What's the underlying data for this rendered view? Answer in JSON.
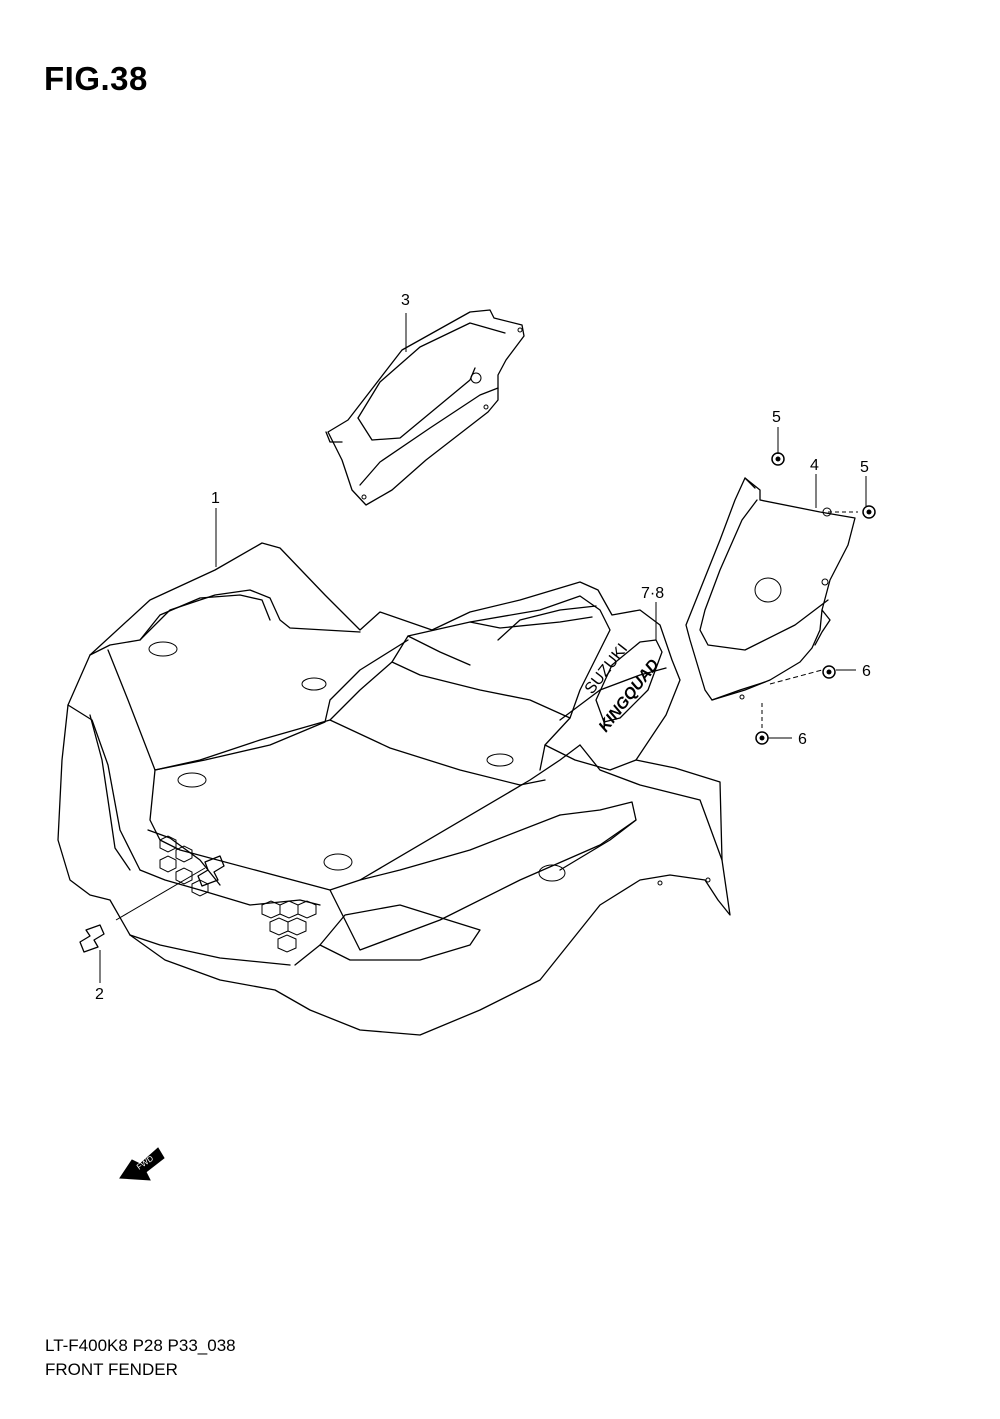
{
  "figure": {
    "title": "FIG.38",
    "model_code": "LT-F400K8 P28 P33_038",
    "section_name": "FRONT FENDER"
  },
  "callouts": [
    {
      "id": "part-1",
      "label": "1"
    },
    {
      "id": "part-2",
      "label": "2"
    },
    {
      "id": "part-3",
      "label": "3"
    },
    {
      "id": "part-4",
      "label": "4"
    },
    {
      "id": "part-5a",
      "label": "5"
    },
    {
      "id": "part-5b",
      "label": "5"
    },
    {
      "id": "part-6a",
      "label": "6"
    },
    {
      "id": "part-6b",
      "label": "6"
    },
    {
      "id": "part-7-8",
      "label": "7·8"
    }
  ],
  "badges": {
    "brand_small": "SUZUKI",
    "brand_large": "KINGQUAD",
    "fwd_arrow": "FWD"
  },
  "icons": [
    "fwd-arrow-icon",
    "bolt-icon",
    "suzuki-s-emblem-icon"
  ]
}
